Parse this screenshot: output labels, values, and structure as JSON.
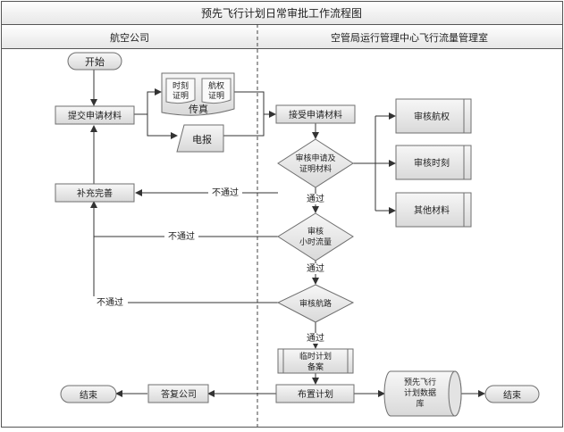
{
  "title": "预先飞行计划日常审批工作流程图",
  "lanes": {
    "left": "航空公司",
    "right": "空管局运行管理中心飞行流量管理室"
  },
  "nodes": {
    "start": "开始",
    "submit": "提交申请材料",
    "doc_time_line1": "时刻",
    "doc_time_line2": "证明",
    "doc_route_line1": "航权",
    "doc_route_line2": "证明",
    "fax": "传真",
    "telegram": "电报",
    "receive": "接受申请材料",
    "check_apply_line1": "审核申请及",
    "check_apply_line2": "证明材料",
    "check_route_right": "审核航权",
    "check_time": "审核时刻",
    "other": "其他材料",
    "supplement": "补充完善",
    "check_hourly_line1": "审核",
    "check_hourly_line2": "小时流量",
    "check_airway": "审核航路",
    "temp_plan_line1": "临时计划",
    "temp_plan_line2": "备案",
    "publish": "布置计划",
    "db_line1": "预先飞行",
    "db_line2": "计划数据",
    "db_line3": "库",
    "reply": "答复公司",
    "end_left": "结束",
    "end_right": "结束"
  },
  "edge_labels": {
    "fail1": "不通过",
    "fail2": "不通过",
    "fail3": "不通过",
    "pass1": "通过",
    "pass2": "通过",
    "pass3": "通过"
  },
  "colors": {
    "line": "#333333",
    "box_fill": "#e9e9e9",
    "box_stroke": "#6f6f6f",
    "header_fill": "#f4f4f4"
  }
}
